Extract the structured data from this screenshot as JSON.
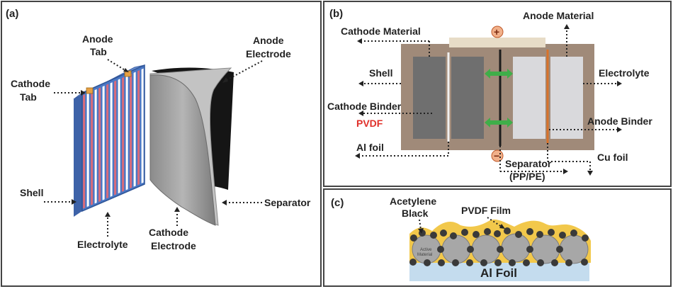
{
  "panels": {
    "a": {
      "letter": "(a)",
      "labels": {
        "anode_tab": [
          "Anode",
          "Tab"
        ],
        "cathode_tab": [
          "Cathode",
          "Tab"
        ],
        "anode_electrode": [
          "Anode",
          "Electrode"
        ],
        "shell": "Shell",
        "electrolyte": "Electrolyte",
        "cathode_electrode": [
          "Cathode",
          "Electrode"
        ],
        "separator": "Separator"
      }
    },
    "b": {
      "letter": "(b)",
      "labels": {
        "cathode_material": "Cathode Material",
        "anode_material": "Anode Material",
        "shell": "Shell",
        "electrolyte": "Electrolyte",
        "cathode_binder": "Cathode Binder",
        "pvdf": "PVDF",
        "anode_binder": "Anode Binder",
        "al_foil": "Al foil",
        "cu_foil": "Cu foil",
        "separator": [
          "Separator",
          "(PP/PE)"
        ],
        "plus": "+",
        "minus": "−"
      }
    },
    "c": {
      "letter": "(c)",
      "labels": {
        "acetylene_black": [
          "Acetylene",
          "Black"
        ],
        "pvdf_film": "PVDF Film",
        "active_material": [
          "Active",
          "Material"
        ],
        "al_foil": "Al Foil"
      }
    }
  },
  "colors": {
    "shell_brown": "#a08a79",
    "shell_blue": "#4a77c4",
    "stripe_red": "#d96b7a",
    "cathode_grey": "#6f6f6f",
    "anode_light": "#d9d9dc",
    "separator_green": "#3fae49",
    "cu_orange": "#d9722a",
    "pvdf_yellow": "#f2c84b",
    "al_foil_blue": "#c4dcee",
    "particle_grey": "#a7a7a7",
    "acetylene_black": "#3a3a3a"
  }
}
